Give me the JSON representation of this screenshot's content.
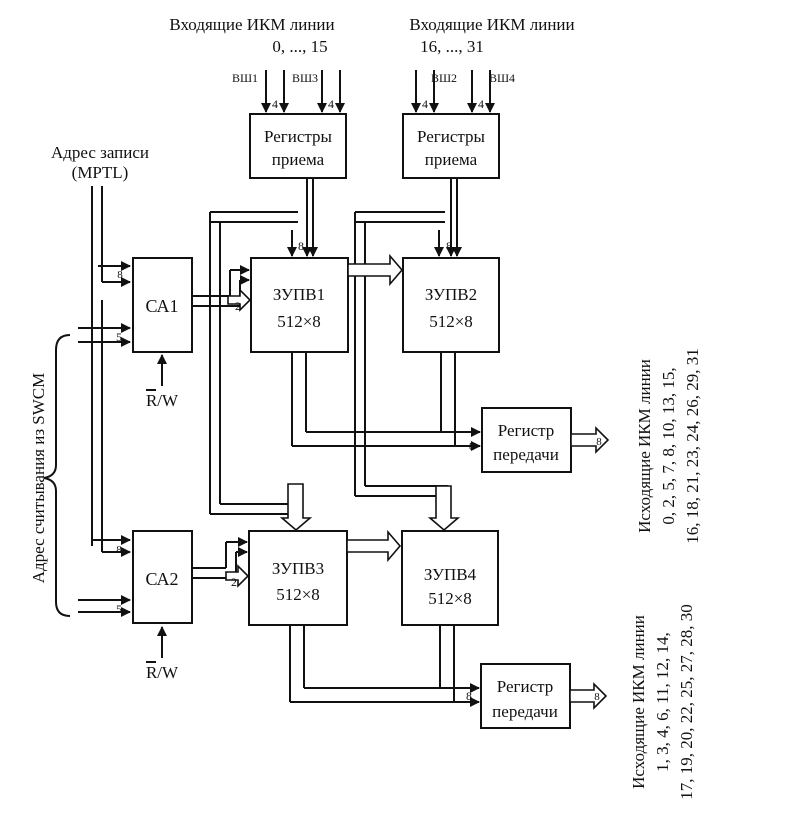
{
  "inputs": {
    "left": {
      "title": "Входящие ИКМ линии",
      "range": "0, ..., 15",
      "bus_a": "ВШ1",
      "bus_b": "ВШ3"
    },
    "right": {
      "title": "Входящие ИКМ линии",
      "range": "16, ..., 31",
      "bus_a": "ВШ2",
      "bus_b": "ВШ4"
    }
  },
  "receive_registers": {
    "line1": "Регистры",
    "line2": "приема"
  },
  "write_address": {
    "line1": "Адрес записи",
    "line2": "(MPTL)"
  },
  "read_address": "Адрес считывания из SWCM",
  "counters": {
    "ca1": "СА1",
    "ca2": "СА2",
    "rw": "R/W"
  },
  "memory": {
    "size": "512×8",
    "blocks": [
      "ЗУПВ1",
      "ЗУПВ2",
      "ЗУПВ3",
      "ЗУПВ4"
    ]
  },
  "transmit_registers": {
    "line1": "Регистр",
    "line2": "передачи"
  },
  "outputs": {
    "top": {
      "title": "Исходящие ИКМ линии",
      "line1": "0, 2, 5, 7, 8, 10, 13, 15,",
      "line2": "16, 18, 21, 23, 24, 26, 29, 31"
    },
    "bottom": {
      "title": "Исходящие ИКМ линии",
      "line1": "1, 3, 4, 6, 11, 12, 14,",
      "line2": "17, 19, 20, 22, 25, 27, 28, 30"
    }
  },
  "bus_widths": {
    "four": "4",
    "eight": "8",
    "two": "2",
    "five": "5"
  }
}
